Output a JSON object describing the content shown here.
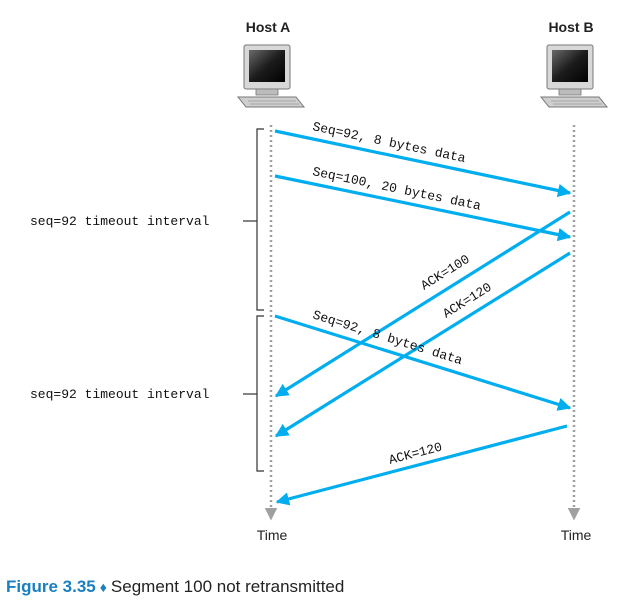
{
  "hosts": {
    "a_label": "Host A",
    "b_label": "Host B"
  },
  "time_labels": {
    "a": "Time",
    "b": "Time"
  },
  "intervals": [
    {
      "label": "seq=92 timeout interval"
    },
    {
      "label": "seq=92 timeout interval"
    }
  ],
  "messages": [
    {
      "text": "Seq=92, 8 bytes data"
    },
    {
      "text": "Seq=100, 20 bytes data"
    },
    {
      "text": "ACK=100"
    },
    {
      "text": "ACK=120"
    },
    {
      "text": "Seq=92, 8 bytes data"
    },
    {
      "text": "ACK=120"
    }
  ],
  "colors": {
    "arrow": "#00aeef",
    "timeline": "#a0a0a0",
    "caption_accent": "#1a7fc1"
  },
  "icons": [
    "computer-icon",
    "computer-icon"
  ],
  "caption": {
    "figure": "Figure 3.35",
    "separator": "♦",
    "text": "Segment 100 not retransmitted"
  }
}
